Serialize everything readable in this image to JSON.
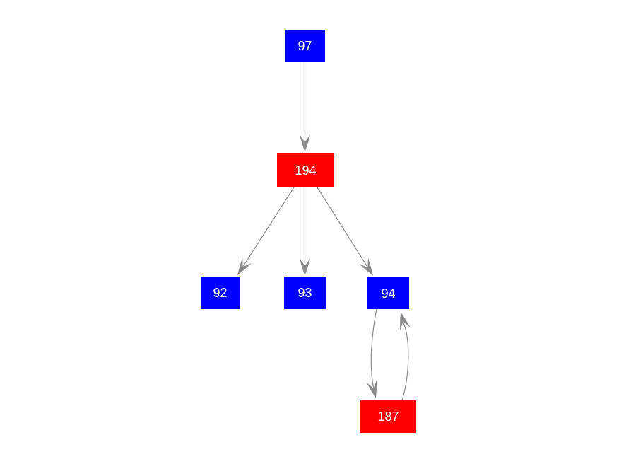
{
  "diagram": {
    "type": "directed-graph",
    "background_color": "#ffffff",
    "edge_color": "#8a8a8a",
    "node_text_color": "#ffffff",
    "node_colors": {
      "blue": "#0000ff",
      "red": "#ff0000"
    },
    "nodes": [
      {
        "id": "97",
        "label": "97",
        "color": "#0000ff"
      },
      {
        "id": "194",
        "label": "194",
        "color": "#ff0000"
      },
      {
        "id": "92",
        "label": "92",
        "color": "#0000ff"
      },
      {
        "id": "93",
        "label": "93",
        "color": "#0000ff"
      },
      {
        "id": "94",
        "label": "94",
        "color": "#0000ff"
      },
      {
        "id": "187",
        "label": "187",
        "color": "#ff0000"
      }
    ],
    "edges": [
      {
        "from": "97",
        "to": "194",
        "style": "straight"
      },
      {
        "from": "194",
        "to": "92",
        "style": "straight"
      },
      {
        "from": "194",
        "to": "93",
        "style": "straight"
      },
      {
        "from": "194",
        "to": "94",
        "style": "straight"
      },
      {
        "from": "94",
        "to": "187",
        "style": "curved-left"
      },
      {
        "from": "187",
        "to": "94",
        "style": "curved-right"
      }
    ]
  }
}
